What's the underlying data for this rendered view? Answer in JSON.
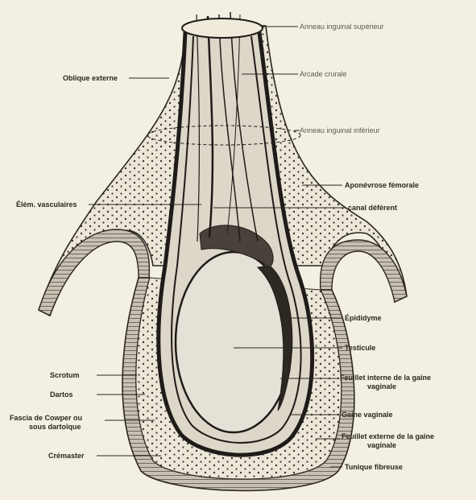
{
  "labels": {
    "anneau_inguinal_superieur": "Anneau inguinal supérieur",
    "arcade_crurale": "Arcade crurale",
    "anneau_inguinal_inferieur": "Anneau inguinal inférieur",
    "oblique_externe": "Oblique externe",
    "aponevrose_femorale": "Aponévrose fémorale",
    "canal_deferent": "canal déférent",
    "elem_vasculaires": "Élém. vasculaires",
    "epididyme": "Épididyme",
    "testicule": "Testicule",
    "feuillet_interne": "Feuillet interne de la gaine",
    "feuillet_interne_2": "vaginale",
    "scrotum": "Scrotum",
    "dartos": "Dartos",
    "fascia_cowper": "Fascia de Cowper ou",
    "fascia_cowper_2": "sous dartoïque",
    "gaine_vaginale": "Gaine vaginale",
    "feuillet_externe": "Feuillet externe de la gaine",
    "feuillet_externe_2": "vaginale",
    "cremaster": "Crémaster",
    "tunique_fibreuse": "Tunique fibreuse"
  },
  "colors": {
    "paper": "#f3efe2",
    "ink": "#2a2622",
    "dots": "#3a342d",
    "skin_band": "#b9b1a4",
    "testis": "#e6e1d6"
  }
}
